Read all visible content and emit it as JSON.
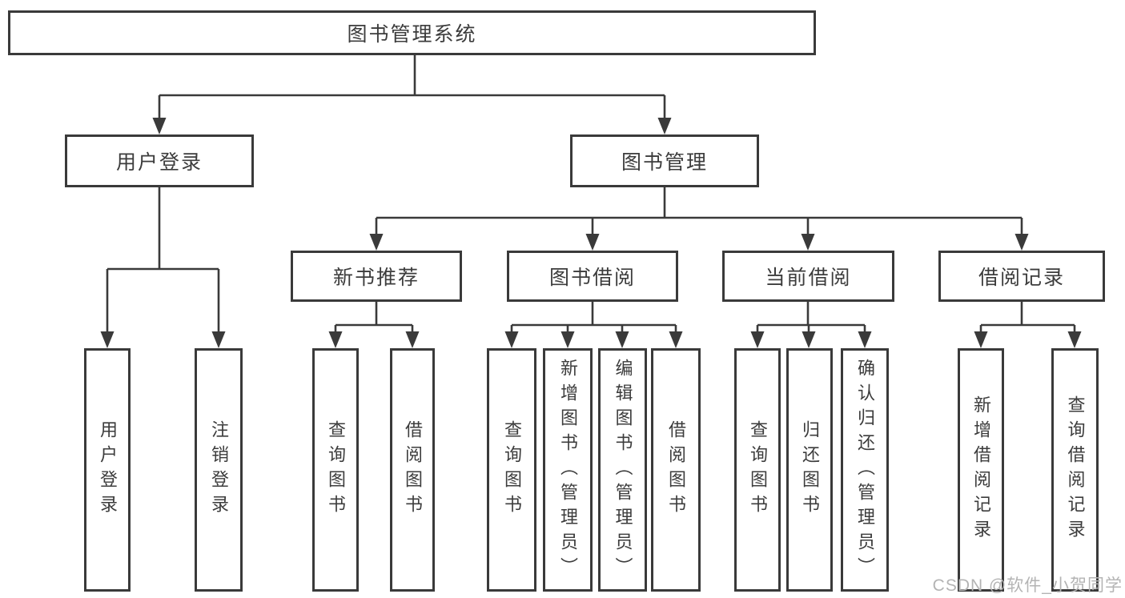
{
  "tree": {
    "root": "图书管理系统",
    "user_login": {
      "label": "用户登录",
      "children": [
        "用户登录",
        "注销登录"
      ]
    },
    "book_management": {
      "label": "图书管理",
      "sections": [
        {
          "label": "新书推荐",
          "children": [
            "查询图书",
            "借阅图书"
          ]
        },
        {
          "label": "图书借阅",
          "children": [
            "查询图书",
            "新增图书（管理员）",
            "编辑图书（管理员）",
            "借阅图书"
          ]
        },
        {
          "label": "当前借阅",
          "children": [
            "查询图书",
            "归还图书",
            "确认归还（管理员）"
          ]
        },
        {
          "label": "借阅记录",
          "children": [
            "新增借阅记录",
            "查询借阅记录"
          ]
        }
      ]
    }
  },
  "watermark": "CSDN @软件_小贺同学",
  "colors": {
    "line": "#3a3a3a",
    "text": "#3c3c3c",
    "watermark": "#b4b4b4",
    "background": "#ffffff"
  }
}
